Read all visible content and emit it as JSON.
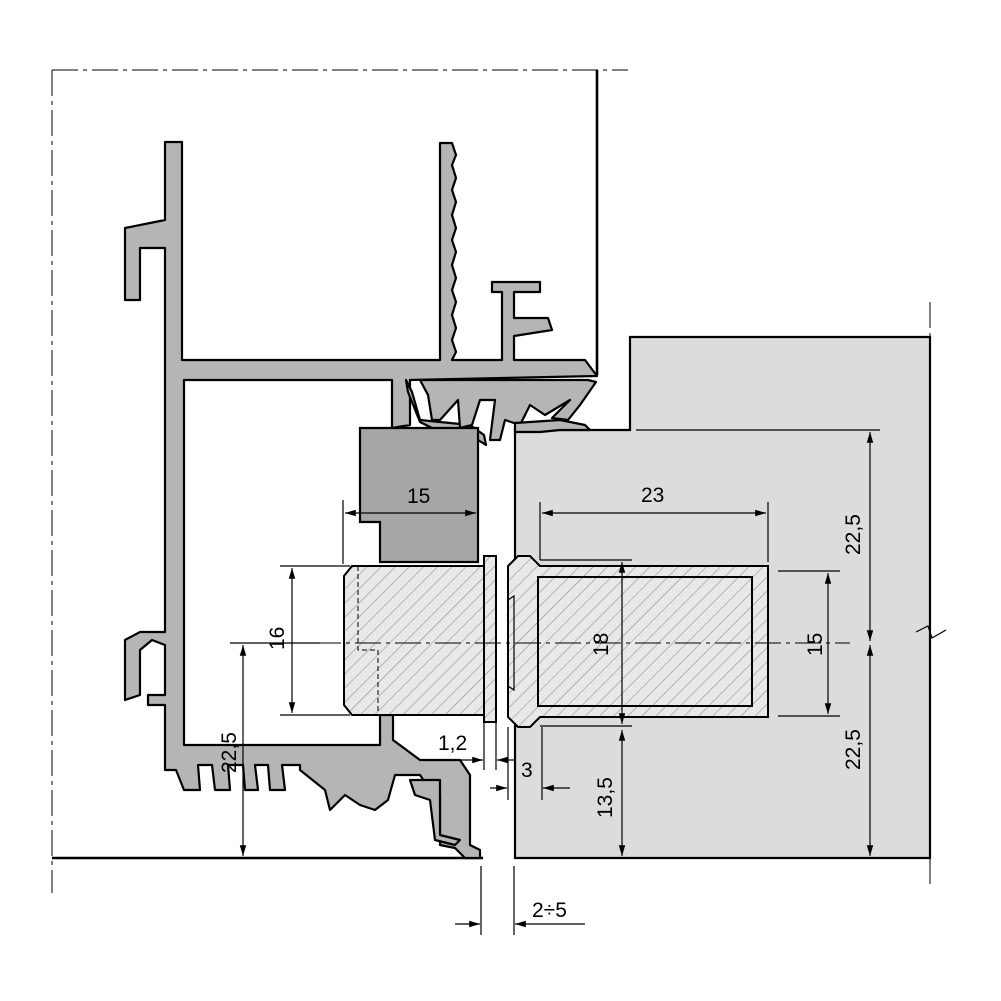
{
  "dimensions": {
    "d15_top": "15",
    "d23": "23",
    "d22_5_right_top": "22,5",
    "d22_5_right_bottom": "22,5",
    "d16": "16",
    "d18": "18",
    "d15_right": "15",
    "d22_5_left": "22,5",
    "d1_2": "1,2",
    "d3": "3",
    "d13_5": "13,5",
    "d2_5": "2÷5"
  },
  "colors": {
    "profile": "#b5b5b5",
    "block": "#a6a6a6",
    "wall": "#dcdcdc",
    "line": "#000000"
  }
}
